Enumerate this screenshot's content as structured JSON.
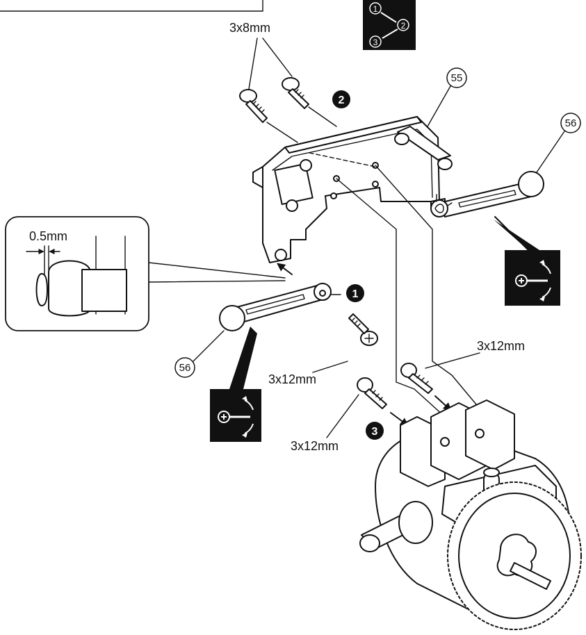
{
  "labels": {
    "screw_top": "3x8mm",
    "screw_mid": "3x12mm",
    "screw_right": "3x12mm",
    "screw_bottom": "3x12mm",
    "gap": "0.5mm"
  },
  "callouts": {
    "part_plate": "55",
    "part_rod_right": "56",
    "part_rod_left": "56"
  },
  "steps": {
    "step1": "1",
    "step2": "2",
    "step3": "3"
  },
  "sequence_badge": [
    "1",
    "2",
    "3"
  ],
  "icons": {
    "adjust_right": "adjust-rotate-icon",
    "adjust_left": "adjust-rotate-icon"
  }
}
